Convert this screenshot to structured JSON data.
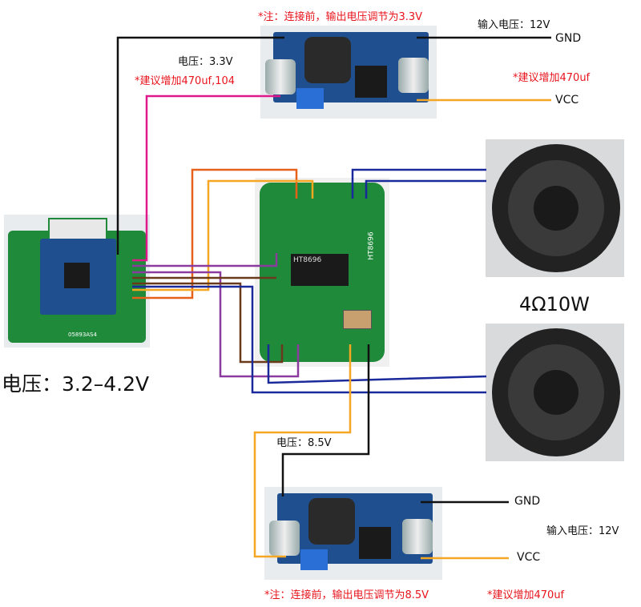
{
  "top_module": {
    "note": "*注：连接前，输出电压调节为3.3V",
    "input_voltage": "输入电压：12V",
    "gnd": "GND",
    "vcc": "VCC",
    "cap_note": "*建议增加470uf",
    "out_voltage": "电压：3.3V",
    "out_note": "*建议增加470uf,104"
  },
  "bottom_module": {
    "note": "*注：连接前，输出电压调节为8.5V",
    "input_voltage": "输入电压：12V",
    "gnd": "GND",
    "vcc": "VCC",
    "cap_note": "*建议增加470uf",
    "out_voltage": "电压：8.5V"
  },
  "amp_board": {
    "chip": "HT8696",
    "label": "HT8696"
  },
  "bt_module": {
    "label": "05893AS4"
  },
  "bt_voltage": "电压：3.2–4.2V",
  "speaker_spec": "4Ω10W",
  "wire_colors": {
    "black": "#111111",
    "pink": "#e0198a",
    "orange": "#f5a623",
    "dark_orange": "#e8611a",
    "blue": "#1a2a9a",
    "purple": "#8b3a9e",
    "brown": "#6b3a1a"
  }
}
